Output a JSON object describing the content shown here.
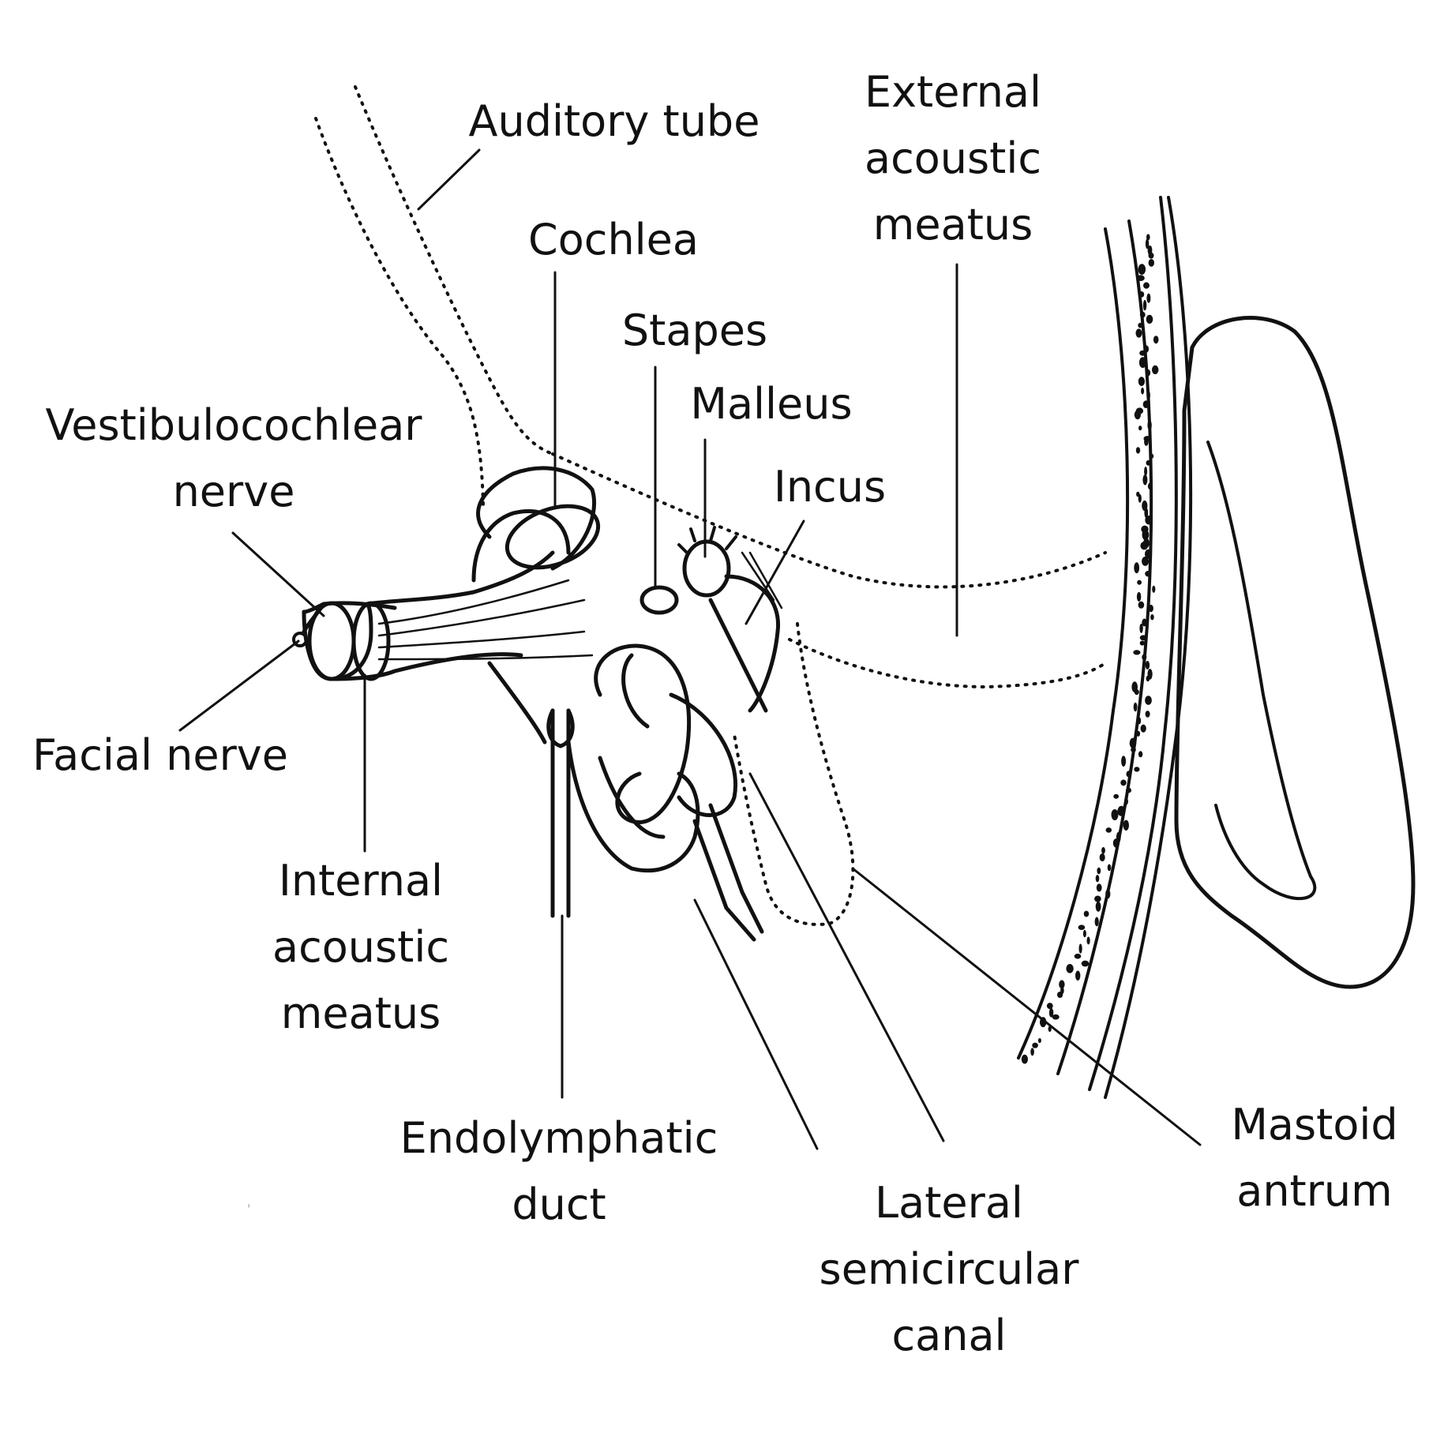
{
  "diagram": {
    "labels": {
      "auditory_tube": [
        "Auditory tube"
      ],
      "external_acoustic_meatus": [
        "External",
        "acoustic",
        "meatus"
      ],
      "cochlea": [
        "Cochlea"
      ],
      "stapes": [
        "Stapes"
      ],
      "malleus": [
        "Malleus"
      ],
      "incus": [
        "Incus"
      ],
      "vestibulocochlear_nerve": [
        "Vestibulocochlear",
        "nerve"
      ],
      "facial_nerve": [
        "Facial nerve"
      ],
      "internal_acoustic_meatus": [
        "Internal",
        "acoustic",
        "meatus"
      ],
      "endolymphatic_duct": [
        "Endolymphatic",
        "duct"
      ],
      "lateral_semicircular_canal": [
        "Lateral",
        "semicircular",
        "canal"
      ],
      "mastoid_antrum": [
        "Mastoid",
        "antrum"
      ]
    }
  }
}
